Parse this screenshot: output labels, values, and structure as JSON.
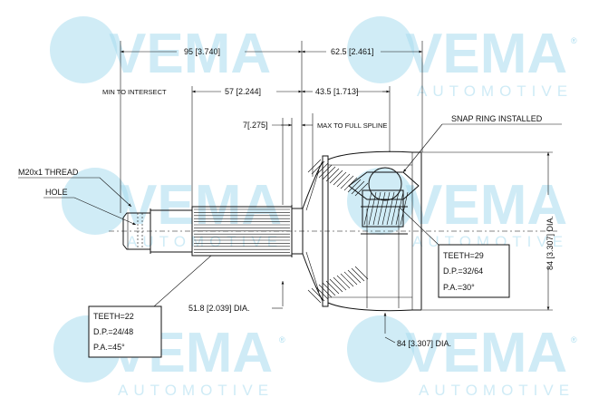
{
  "watermark": {
    "brand": "VEMA",
    "sub": "AUTOMOTIVE",
    "mark": "®",
    "color": "#a9dcef"
  },
  "dimensions": {
    "overall_left": "95 [3.740]",
    "overall_right": "62.5 [2.461]",
    "min_to_intersect": "MIN TO INTERSECT",
    "intersect": "57 [2.244]",
    "spline_len": "43.5 [1.713]",
    "max_spline": "7[.275]",
    "max_to_full_spline": "MAX TO FULL SPLINE",
    "snap_ring": "SNAP RING INSTALLED",
    "thread": "M20x1 THREAD",
    "hole": "HOLE",
    "shaft_dia": "51.8 [2.039] DIA.",
    "housing_dia_bottom": "84 [3.307] DIA.",
    "housing_dia_side": "84 [3.307] DIA."
  },
  "spec_inner": {
    "teeth": "TEETH=29",
    "dp": "D.P.=32/64",
    "pa": "P.A.=30°"
  },
  "spec_outer": {
    "teeth": "TEETH=22",
    "dp": "D.P.=24/48",
    "pa": "P.A.=45°"
  }
}
